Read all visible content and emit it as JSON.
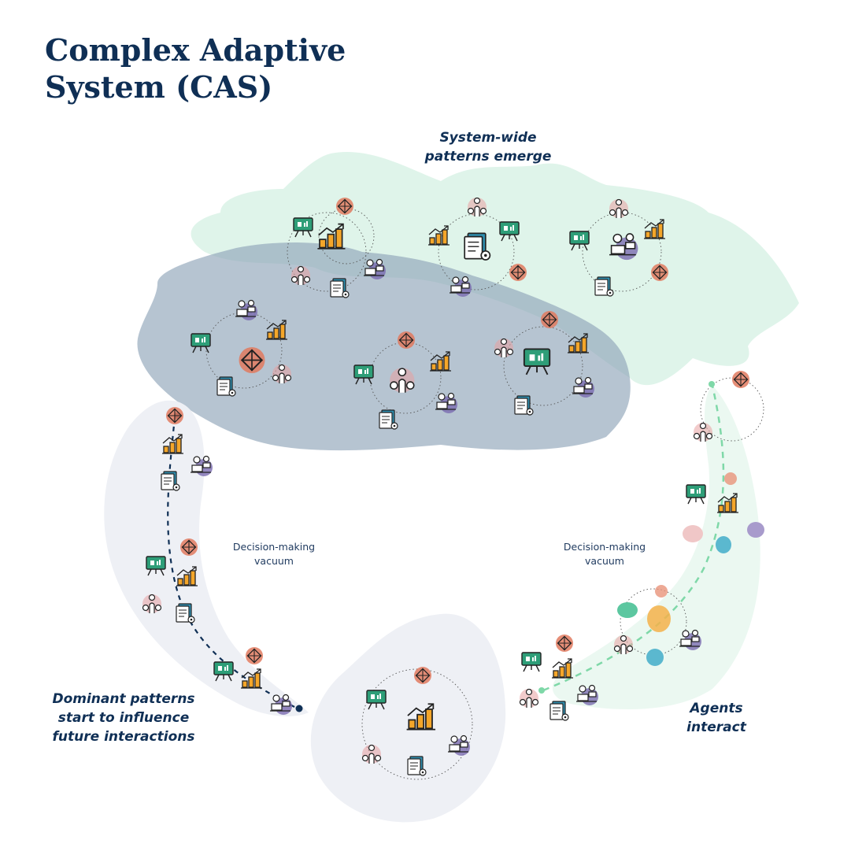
{
  "title": "Complex Adaptive System (CAS)",
  "labels": {
    "emerge": "System-wide patterns emerge",
    "dominant": "Dominant patterns start to influence future interactions",
    "agents": "Agents interact",
    "vacuum_left": "Decision-making vacuum",
    "vacuum_right": "Decision-making vacuum"
  },
  "colors": {
    "navy": "#0f2f55",
    "green": "#2e9e78",
    "orange": "#f4a62a",
    "salmon": "#e07a5f",
    "purple": "#7b6bb0",
    "teal": "#2f8fb0",
    "mint": "#d9f2e6",
    "slate": "#8fa4b8",
    "lightgray": "#eef0f5"
  },
  "icons": [
    "presentation-icon",
    "growth-chart-icon",
    "puzzle-icon",
    "team-network-icon",
    "teamwork-laptop-icon",
    "documents-gear-icon"
  ]
}
